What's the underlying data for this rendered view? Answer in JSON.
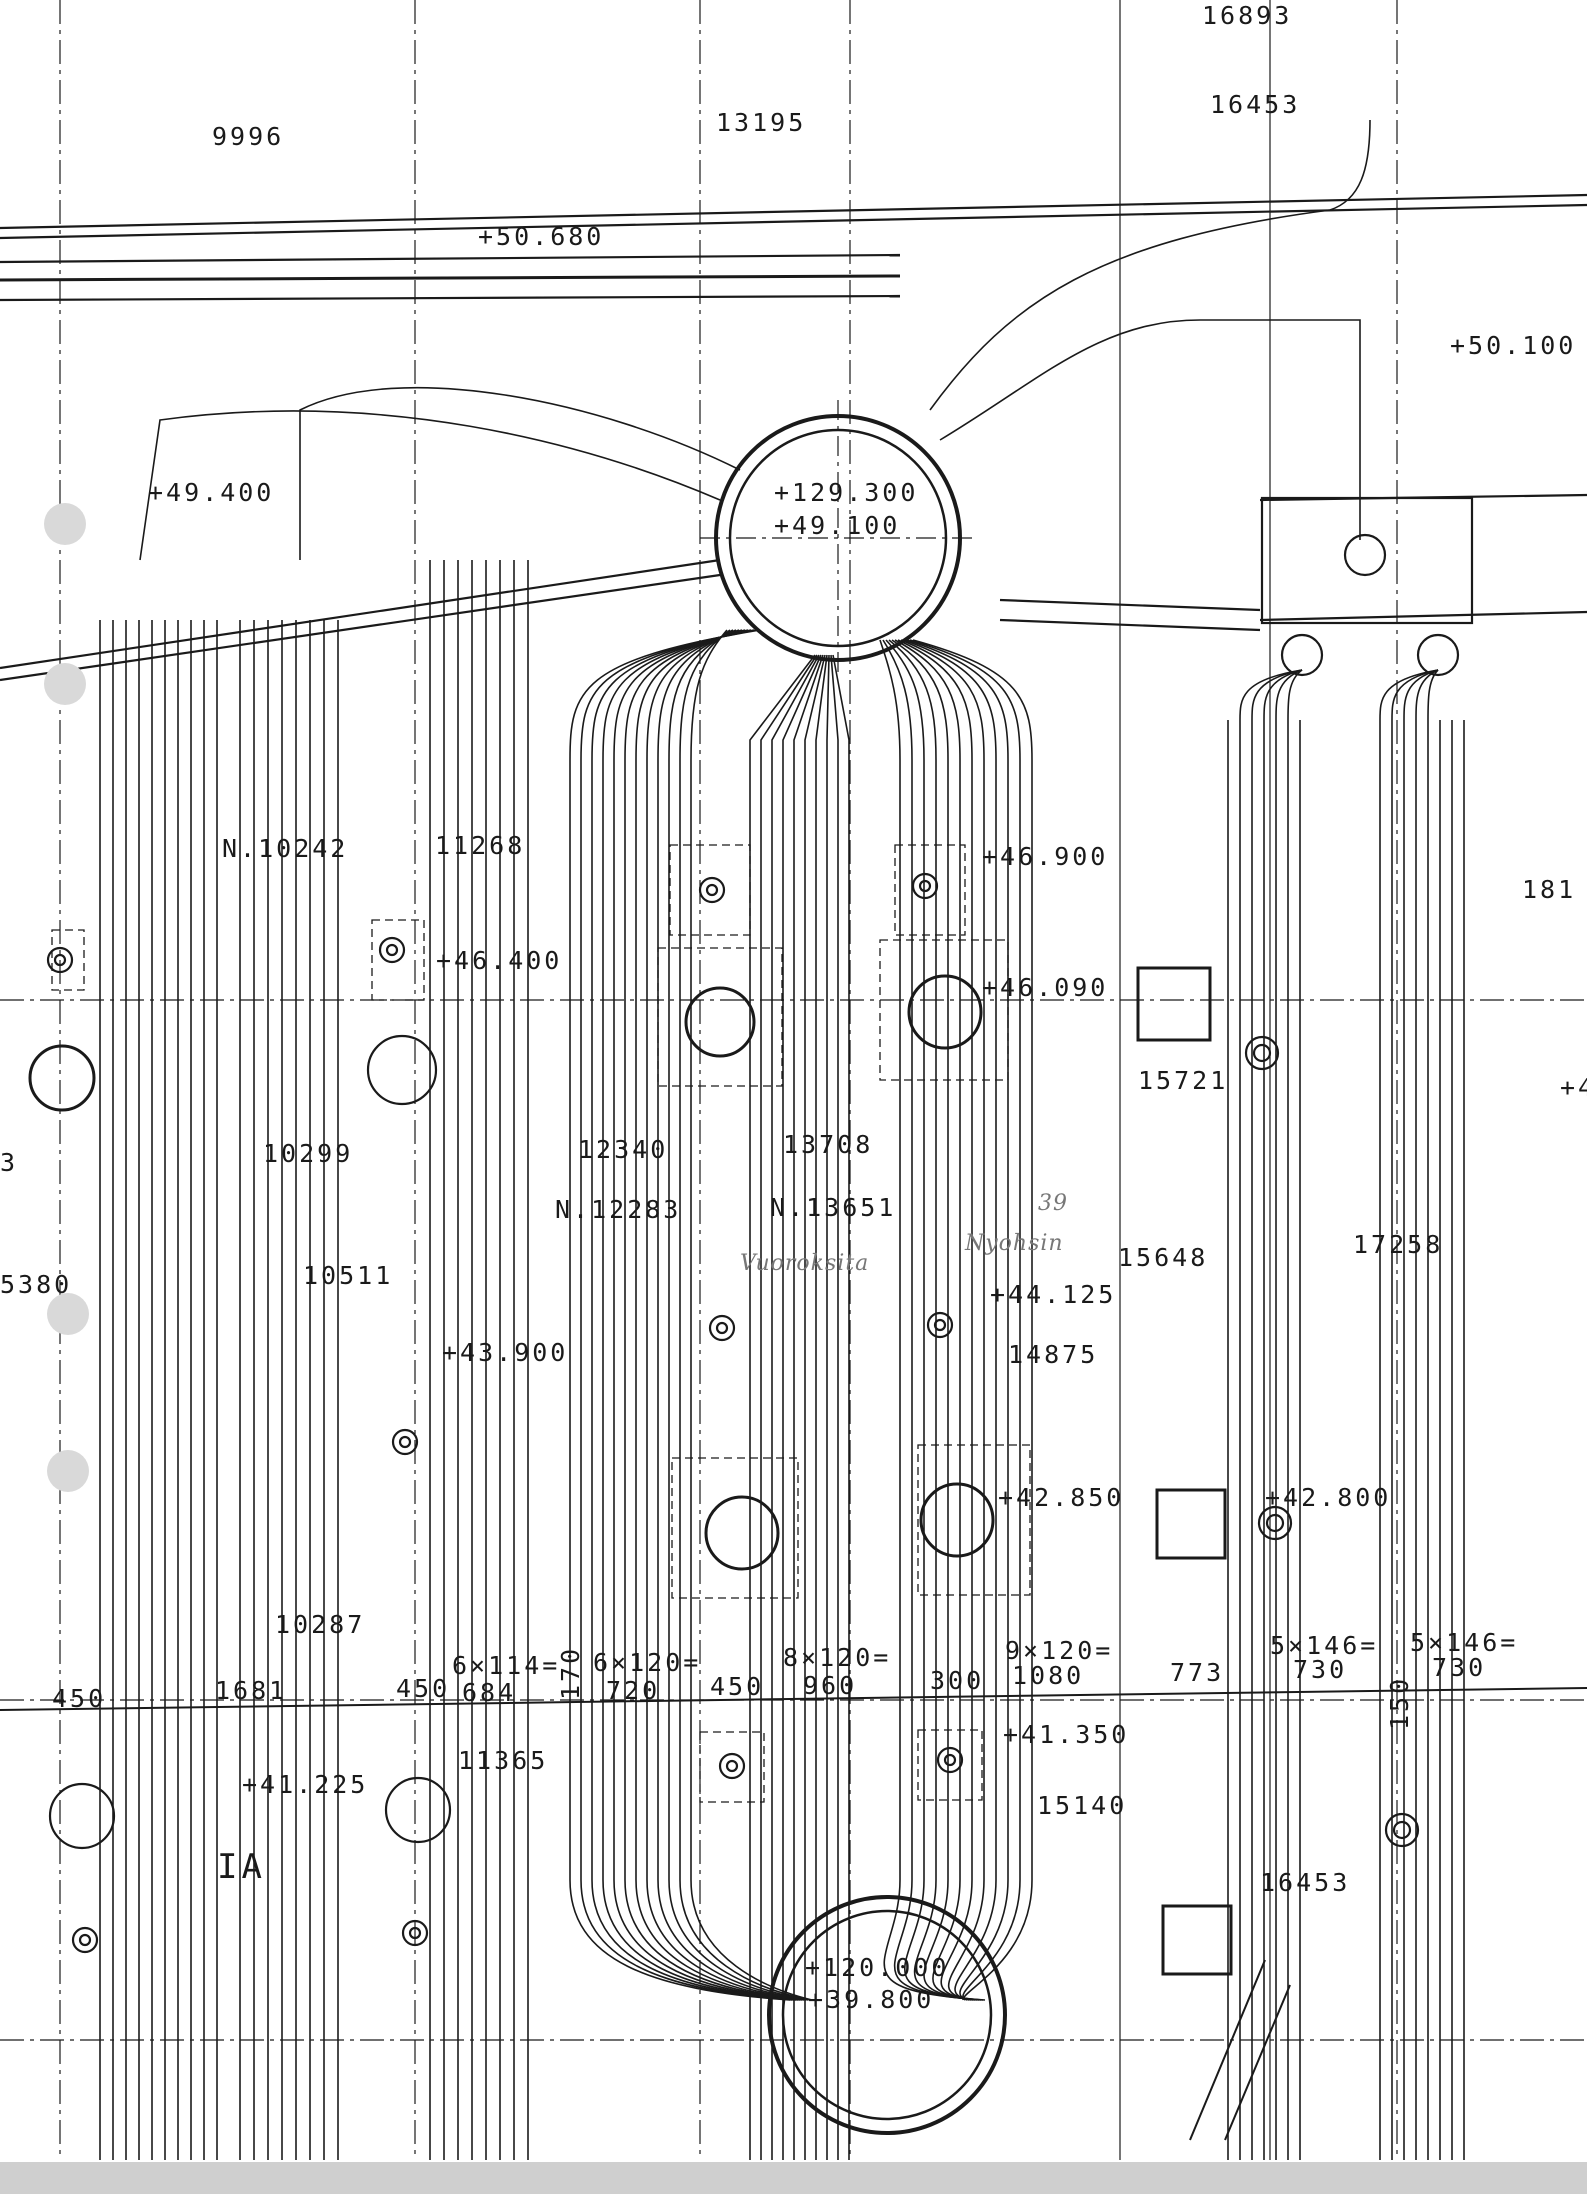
{
  "drawing": {
    "colors": {
      "ink": "#1a1a1a",
      "paper": "#ffffff",
      "pencil": "#777777",
      "punch_hole": "#d9d9d9"
    },
    "top_dimensions": [
      "16893",
      "16453",
      "13195",
      "9996"
    ],
    "elevations_top": [
      "+50.680",
      "+50.100",
      "+49.400"
    ],
    "upper_drum": {
      "line1": "+129.300",
      "line2": "+49.100"
    },
    "lower_drum": {
      "line1": "+120.000",
      "line2": "+39.800"
    },
    "elevations_mid": [
      "+46.900",
      "+46.400",
      "+46.090",
      "+44.125",
      "+43.900",
      "+42.850",
      "+42.800",
      "+41.350",
      "+41.225"
    ],
    "dimensions_mid": {
      "n10242": "N.10242",
      "d11268": "11268",
      "d10299": "10299",
      "d10511": "10511",
      "d12340": "12340",
      "n12283": "N.12283",
      "d13708": "13708",
      "n13651": "N.13651",
      "d15721": "15721",
      "d15648": "15648",
      "d17258": "17258",
      "d14875": "14875",
      "d10287": "10287",
      "d11365": "11365",
      "d15140": "15140",
      "d16453b": "16453",
      "left_partial_a": "3",
      "left_partial_b": "5380",
      "right_partial": "181",
      "right_partial_b": "+4"
    },
    "spacing_row": {
      "s450a": "450",
      "s1681": "1681",
      "s450b": "450",
      "s6x114": "6×114=",
      "s684": "684",
      "s170": "170",
      "s6x120": "6×120=",
      "s720": "720",
      "s450c": "450",
      "s8x120": "8×120=",
      "s960": "960",
      "s300": "300",
      "s9x120": "9×120=",
      "s1080": "1080",
      "s773": "773",
      "s5x146a": "5×146=",
      "s730a": "730",
      "s5x146b": "5×146=",
      "s730b": "730",
      "s150": "150"
    },
    "section_label": "IA",
    "handwritten": {
      "num": "39",
      "word1": "Nyohsin",
      "word2": "Vuoroksita"
    }
  }
}
